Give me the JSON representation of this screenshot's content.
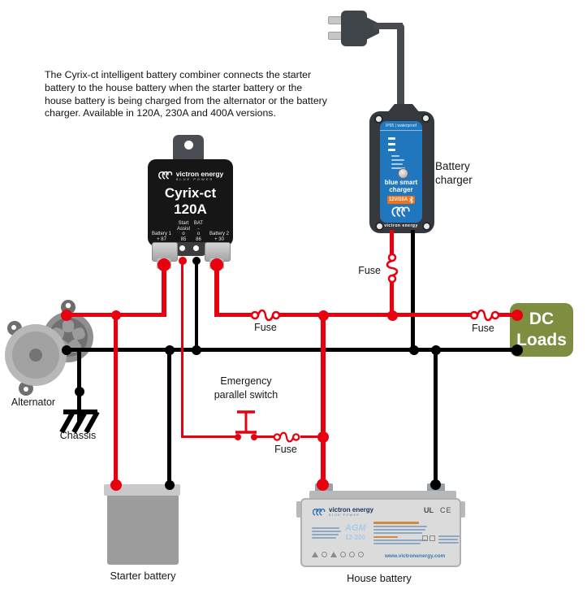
{
  "intro": {
    "lines": [
      "The Cyrix-ct intelligent battery combiner connects the starter",
      "battery to the house battery when the starter battery or the",
      "house battery is being charged from the alternator or the battery",
      "charger. Available in 120A, 230A and 400A versions."
    ]
  },
  "cyrix": {
    "brand": "victron energy",
    "brand_sub": "BLUE POWER",
    "model": "Cyrix-ct",
    "rating": "120A",
    "terminal_columns": [
      {
        "l1": "Battery 1",
        "l2": "+   87",
        "l3": "",
        "l4": ""
      },
      {
        "l1": "Start",
        "l2": "Assist",
        "l3": "o",
        "l4": "85"
      },
      {
        "l1": "BAT",
        "l2": "-",
        "l3": "o",
        "l4": "86"
      },
      {
        "l1": "Battery 2",
        "l2": "+   30",
        "l3": "",
        "l4": ""
      }
    ]
  },
  "charger": {
    "label_line1": "Battery",
    "label_line2": "charger",
    "panel_header": "IP65 | waterproof",
    "name_line1": "blue smart",
    "name_line2": "charger",
    "rating_badge": "12V/10A",
    "brand": "victron energy"
  },
  "dc_loads": {
    "line1": "DC",
    "line2": "Loads"
  },
  "starter_battery": {
    "caption": "Starter battery"
  },
  "house_battery": {
    "caption": "House battery",
    "brand": "victron energy",
    "brand_sub": "BLUE POWER",
    "model": "AGM",
    "model_code": "12-200",
    "cert_ul": "UL",
    "cert_ce": "CE",
    "website": "www.victronenergy.com"
  },
  "labels": {
    "alternator": "Alternator",
    "chassis": "Chassis",
    "emergency_line1": "Emergency",
    "emergency_line2": "parallel switch",
    "fuse_battery2": "Fuse",
    "fuse_charger": "Fuse",
    "fuse_dc_loads": "Fuse",
    "fuse_emergency": "Fuse"
  },
  "colors": {
    "wire_positive": "#e8000f",
    "wire_negative": "#000000",
    "dc_loads_green": "#7e8e41",
    "victron_blue": "#2177bd",
    "badge_orange": "#f47216",
    "cyrix_black": "#161616"
  }
}
